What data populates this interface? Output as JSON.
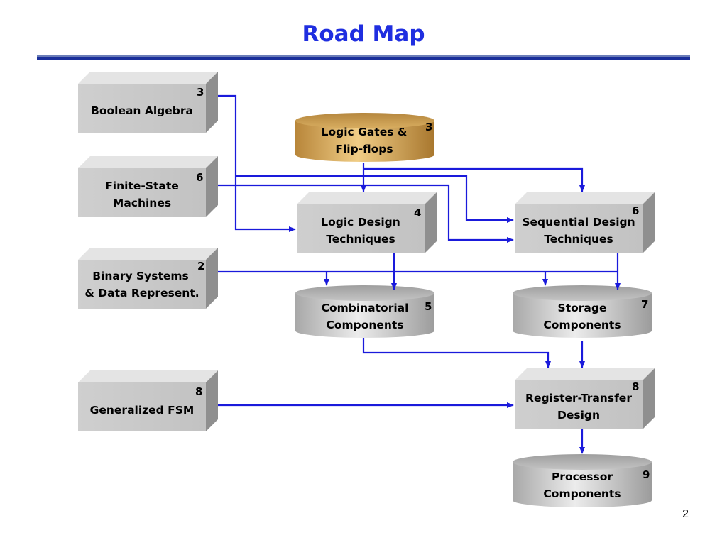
{
  "slide": {
    "title": "Road Map",
    "page_number": "2"
  },
  "nodes": {
    "boolean_algebra": {
      "line1": "Boolean Algebra",
      "line2": "",
      "number": "3"
    },
    "finite_state_machines": {
      "line1": "Finite-State",
      "line2": "Machines",
      "number": "6"
    },
    "binary_systems": {
      "line1": "Binary Systems",
      "line2": "& Data Represent.",
      "number": "2"
    },
    "generalized_fsm": {
      "line1": "Generalized FSM",
      "line2": "",
      "number": "8"
    },
    "logic_gates": {
      "line1": "Logic Gates &",
      "line2": "Flip-flops",
      "number": "3"
    },
    "logic_design": {
      "line1": "Logic Design",
      "line2": "Techniques",
      "number": "4"
    },
    "sequential_design": {
      "line1": "Sequential Design",
      "line2": "Techniques",
      "number": "6"
    },
    "combinatorial": {
      "line1": "Combinatorial",
      "line2": "Components",
      "number": "5"
    },
    "storage": {
      "line1": "Storage",
      "line2": "Components",
      "number": "7"
    },
    "register_transfer": {
      "line1": "Register-Transfer",
      "line2": "Design",
      "number": "8"
    },
    "processor": {
      "line1": "Processor",
      "line2": "Components",
      "number": "9"
    }
  },
  "colors": {
    "title": "#1f2ee0",
    "arrow": "#1a1adb",
    "box_front": "#c8c8c8",
    "gold": "#d9ab5a"
  }
}
